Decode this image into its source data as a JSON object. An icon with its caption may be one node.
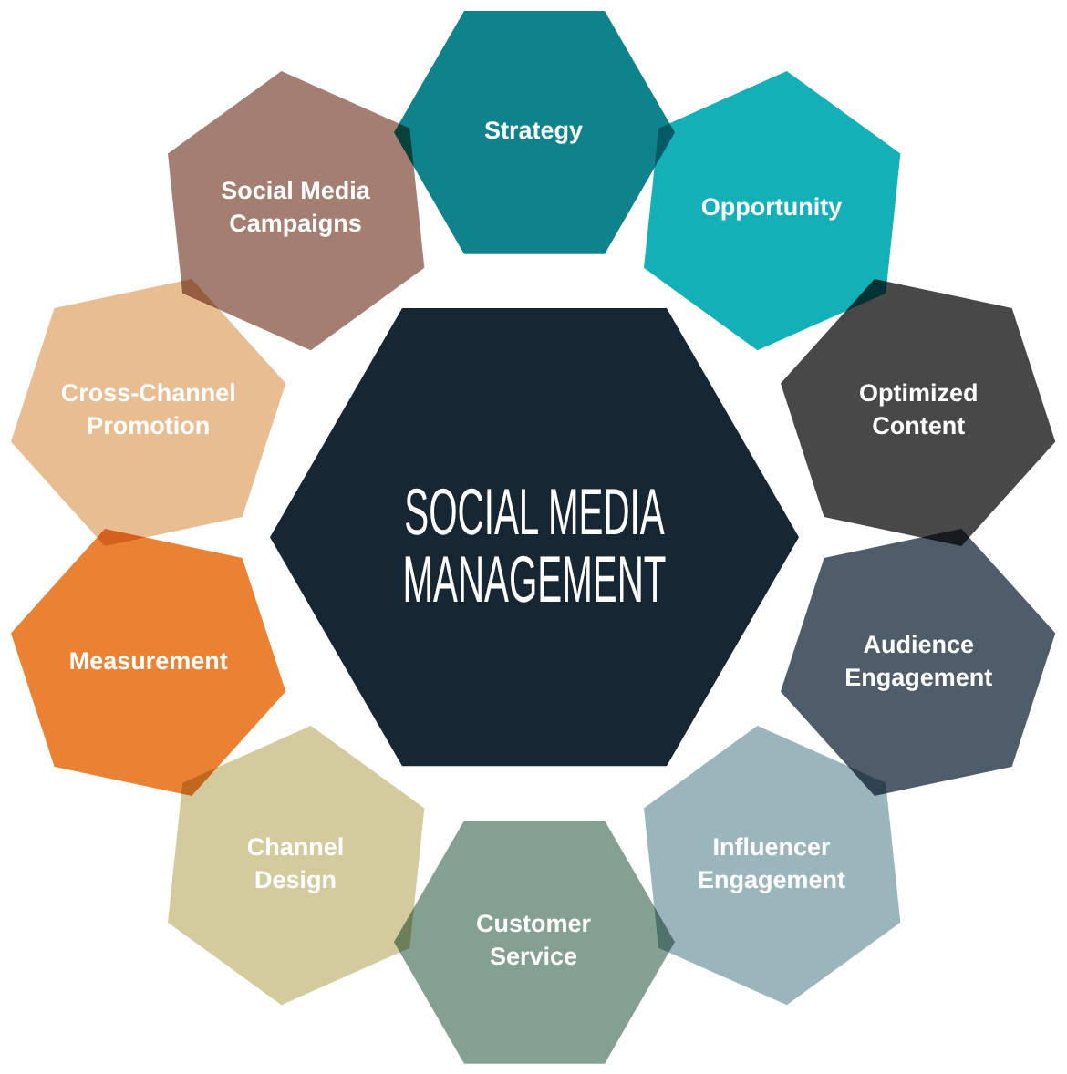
{
  "diagram": {
    "nodes": [
      {
        "text": [
          "SOCIAL MEDIA MANAGEMENT"
        ]
      },
      {
        "text": [
          "Strategy"
        ]
      },
      {
        "text": [
          "Opportunity"
        ]
      },
      {
        "text": [
          "Optimized Content"
        ]
      },
      {
        "text": [
          "Audience Engagement"
        ]
      },
      {
        "text": [
          "Influencer Engagement"
        ]
      },
      {
        "text": [
          "Customer Service"
        ]
      },
      {
        "text": [
          "Channel Design"
        ]
      },
      {
        "text": [
          "Measurement"
        ]
      },
      {
        "text": [
          "Cross-Channel Promotion"
        ]
      },
      {
        "text": [
          "Social Media Campaigns"
        ]
      }
    ]
  }
}
